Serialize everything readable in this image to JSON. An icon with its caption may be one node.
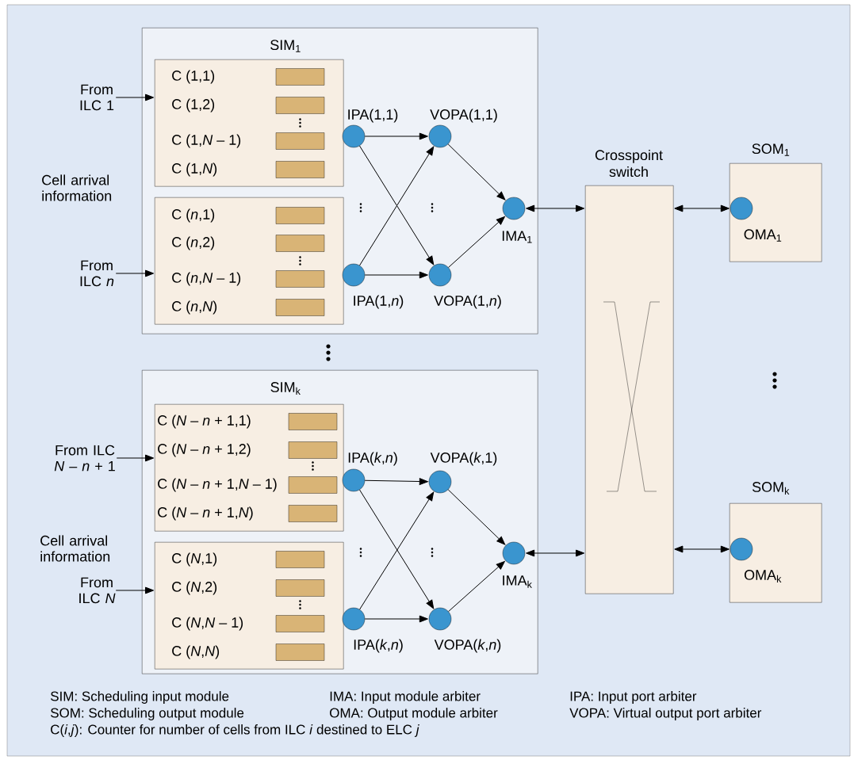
{
  "diagram": {
    "nodes": [
      {
        "text": [
          "SIM$_{1}$"
        ]
      },
      {
        "text": [
          "C (1,1)",
          "C (1,2)",
          "C (1,*N* – 1)",
          "C (1,*N*)"
        ],
        "in": 0
      },
      {
        "text": [
          "C (*n*,1)",
          "C (*n*,2)",
          "C (*n*,*N* – 1)",
          "C (*n*,*N*)"
        ],
        "in": 0
      },
      {
        "text": [
          "IPA(1,1)"
        ],
        "in": 0
      },
      {
        "text": [
          "IPA(1,*n*)"
        ],
        "in": 0
      },
      {
        "text": [
          "VOPA(1,1)"
        ],
        "in": 0
      },
      {
        "text": [
          "VOPA(1,*n*)"
        ],
        "in": 0
      },
      {
        "text": [
          "IMA$_{1}$"
        ],
        "in": 0
      },
      {
        "text": [
          "SIM$_{k}$"
        ]
      },
      {
        "text": [
          "C (*N* – *n* + 1,1)",
          "C (*N* – *n* + 1,2)",
          "C (*N* – *n* + 1,*N* – 1)",
          "C (*N* – *n* + 1,*N*)"
        ],
        "in": 8
      },
      {
        "text": [
          "C (*N*,1)",
          "C (*N*,2)",
          "C (*N*,*N* – 1)",
          "C (*N*,*N*)"
        ],
        "in": 8
      },
      {
        "text": [
          "IPA(*k*,*n*)"
        ],
        "in": 8
      },
      {
        "text": [
          "IPA(*k*,*n*)"
        ],
        "in": 8
      },
      {
        "text": [
          "VOPA(*k*,1)"
        ],
        "in": 8
      },
      {
        "text": [
          "VOPA(*k*,*n*)"
        ],
        "in": 8
      },
      {
        "text": [
          "IMA$_{k}$"
        ],
        "in": 8
      },
      {
        "text": [
          "Crosspoint switch"
        ]
      },
      {
        "text": [
          "SOM$_{1}$"
        ]
      },
      {
        "text": [
          "OMA$_{1}$"
        ],
        "in": 17
      },
      {
        "text": [
          "SOM$_{k}$"
        ]
      },
      {
        "text": [
          "OMA$_{k}$"
        ],
        "in": 19
      },
      {
        "text": [
          "From ILC 1"
        ]
      },
      {
        "text": [
          "From ILC *n*"
        ]
      },
      {
        "text": [
          "From ILC *N* – *n* + 1"
        ]
      },
      {
        "text": [
          "From ILC *N*"
        ]
      }
    ],
    "edges": [
      {
        "from": 21,
        "to": 1,
        "arrow": "to"
      },
      {
        "from": 22,
        "to": 2,
        "arrow": "to"
      },
      {
        "from": 23,
        "to": 9,
        "arrow": "to"
      },
      {
        "from": 24,
        "to": 10,
        "arrow": "to"
      },
      {
        "from": 3,
        "to": 5,
        "arrow": "to"
      },
      {
        "from": 3,
        "to": 6,
        "arrow": "to"
      },
      {
        "from": 4,
        "to": 5,
        "arrow": "to"
      },
      {
        "from": 4,
        "to": 6,
        "arrow": "to"
      },
      {
        "from": 5,
        "to": 7,
        "arrow": "to"
      },
      {
        "from": 6,
        "to": 7,
        "arrow": "to"
      },
      {
        "from": 11,
        "to": 13,
        "arrow": "to"
      },
      {
        "from": 11,
        "to": 14,
        "arrow": "to"
      },
      {
        "from": 12,
        "to": 13,
        "arrow": "to"
      },
      {
        "from": 12,
        "to": 14,
        "arrow": "to"
      },
      {
        "from": 13,
        "to": 15,
        "arrow": "to"
      },
      {
        "from": 14,
        "to": 15,
        "arrow": "to"
      },
      {
        "from": 7,
        "to": 16,
        "arrow": "both"
      },
      {
        "from": 15,
        "to": 16,
        "arrow": "both"
      },
      {
        "from": 16,
        "to": 18,
        "arrow": "both"
      },
      {
        "from": 16,
        "to": 20,
        "arrow": "both"
      }
    ],
    "labels": [
      "Cell arrival information",
      "Cell arrival information",
      "SIM: Scheduling input module",
      "IMA: Input module arbiter",
      "IPA: Input port arbiter",
      "SOM: Scheduling output module",
      "OMA: Output module arbiter",
      "VOPA: Virtual output port arbiter",
      "C(*i*,*j*): Counter for number of cells from ILC *i* destined to ELC *j*"
    ]
  }
}
